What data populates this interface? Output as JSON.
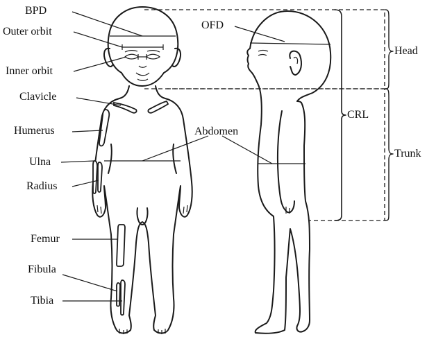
{
  "labels": {
    "bpd": "BPD",
    "outer_orbit": "Outer orbit",
    "inner_orbit": "Inner orbit",
    "clavicle": "Clavicle",
    "humerus": "Humerus",
    "ulna": "Ulna",
    "radius": "Radius",
    "femur": "Femur",
    "fibula": "Fibula",
    "tibia": "Tibia",
    "ofd": "OFD",
    "abdomen": "Abdomen",
    "head": "Head",
    "trunk": "Trunk",
    "crl": "CRL"
  },
  "colors": {
    "ink": "#1a1a1a",
    "background": "#ffffff"
  }
}
